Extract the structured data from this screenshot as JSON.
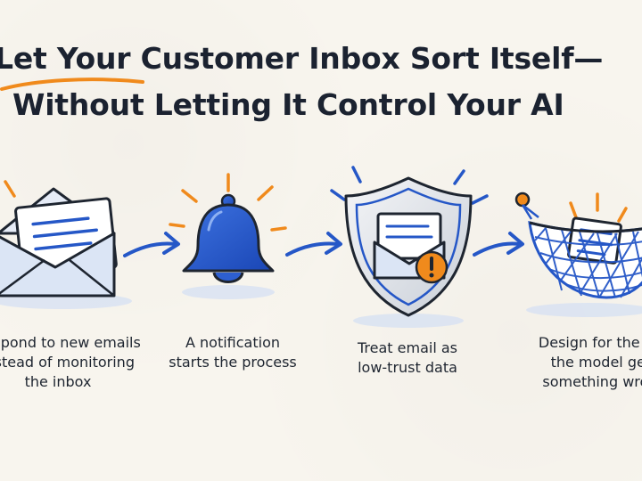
{
  "title": {
    "line1": "Let Your Customer Inbox Sort Itself—",
    "line2": "Without Letting It Control Your AI"
  },
  "steps": [
    {
      "icon": "open-envelope-icon",
      "lines": [
        "Respond to new emails",
        "instead of monitoring",
        "the inbox"
      ]
    },
    {
      "icon": "bell-icon",
      "lines": [
        "A notification",
        "starts the process"
      ]
    },
    {
      "icon": "shield-envelope-warning-icon",
      "lines": [
        "Treat email as",
        "low-trust data"
      ]
    },
    {
      "icon": "safety-net-icon",
      "lines": [
        "Design for the day",
        "the model gets",
        "something wrong"
      ]
    }
  ],
  "colors": {
    "accent_orange": "#f08a1c",
    "accent_blue": "#2557c7",
    "ink": "#1e2530"
  }
}
